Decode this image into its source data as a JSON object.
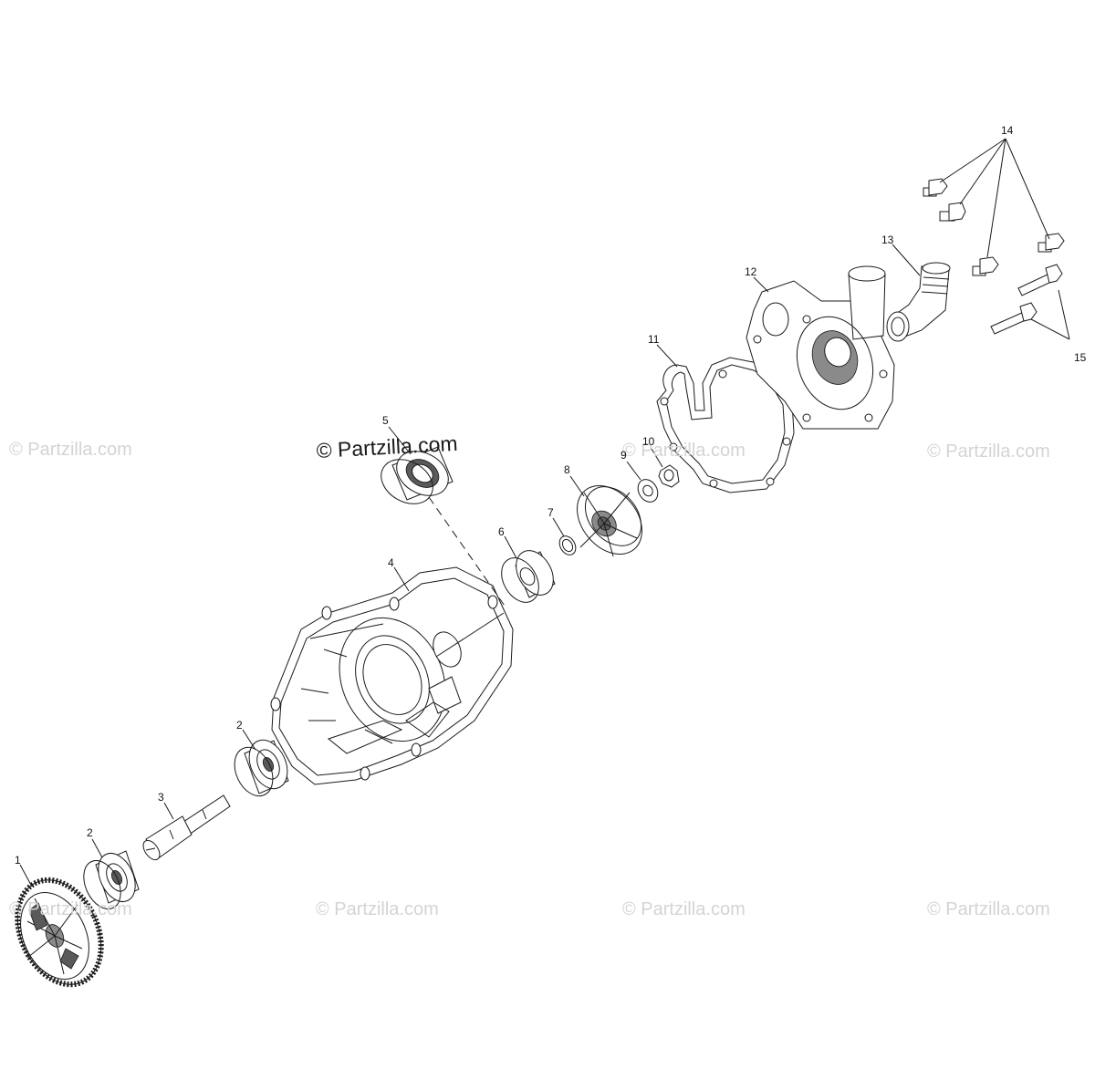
{
  "watermarks": {
    "small_text": "© Partzilla.com",
    "main_text": "© Partzilla.com"
  },
  "callouts": {
    "c1": "1",
    "c2a": "2",
    "c2b": "2",
    "c3": "3",
    "c4": "4",
    "c5": "5",
    "c6": "6",
    "c7": "7",
    "c8": "8",
    "c9": "9",
    "c10": "10",
    "c11": "11",
    "c12": "12",
    "c13": "13",
    "c14": "14",
    "c15": "15"
  }
}
